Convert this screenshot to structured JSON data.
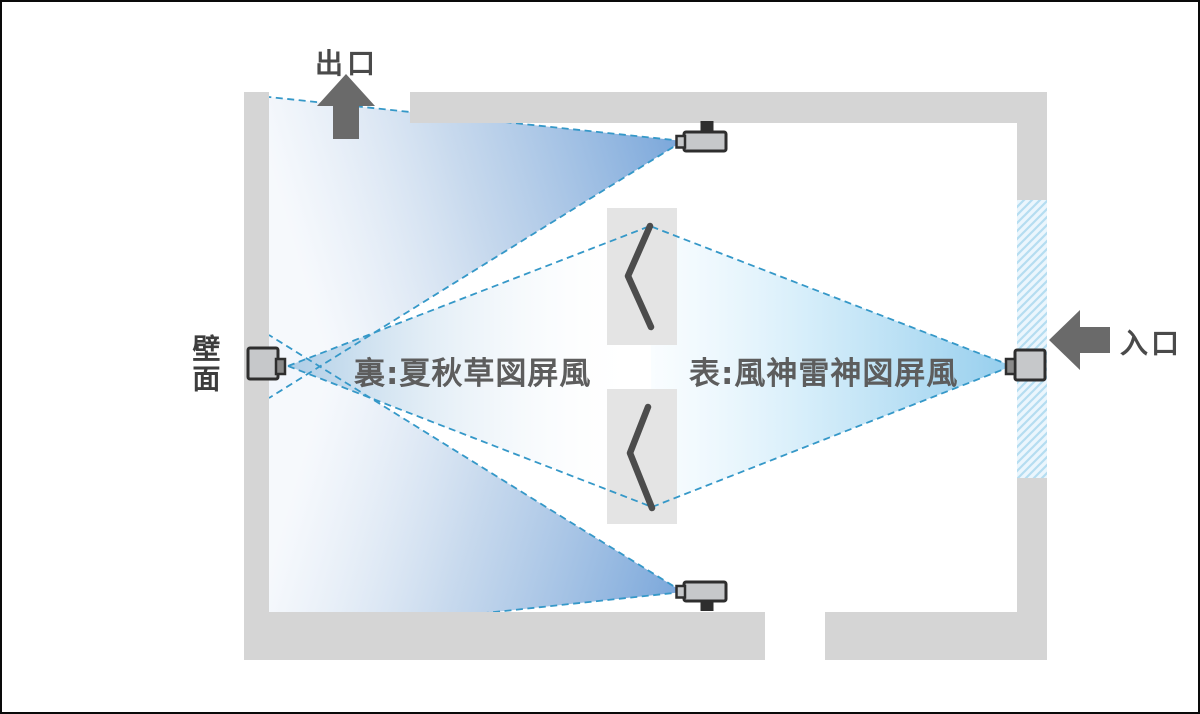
{
  "diagram": {
    "exit_label": "出口",
    "entrance_label": "入口",
    "wall_label": "壁面",
    "back_screen_label": "裏:夏秋草図屏風",
    "front_screen_label": "表:風神雷神図屏風"
  },
  "icons": {
    "projector_top": "projector-icon",
    "projector_bottom": "projector-icon",
    "projector_left_wall": "projector-icon",
    "projector_entrance": "projector-icon",
    "exit_arrow": "arrow-up-icon",
    "entrance_arrow": "arrow-left-icon",
    "entrance_opening": "hatched-opening",
    "folding_screen_panel": "chevron-panel-icon"
  },
  "colors": {
    "wall_gray": "#d5d5d5",
    "screen_gray": "#e4e4e4",
    "cone_blue_strong": "#79a6da",
    "cone_blue_mid": "#bad0e9",
    "cone_blue_pale": "#eef3fa",
    "beam_cyan_strong": "#8fcbec",
    "beam_cyan_mid": "#c9e8f8",
    "beam_cyan_pale": "#f4fbff",
    "left_beam_blue": "#9cc2e0",
    "dash_blue": "#3598c8",
    "hatch_line": "#b5ddf1",
    "hatch_bg": "#ebf6fd",
    "arrow_gray": "#6a6a6a",
    "device_dark": "#2e2e2e",
    "device_gray": "#c6c8ca",
    "panel_dark": "#4c4c4c",
    "label_dark": "#4a4a4a",
    "label_darker": "#3d3d3d",
    "screen_label_gray": "#5d5d5d"
  }
}
